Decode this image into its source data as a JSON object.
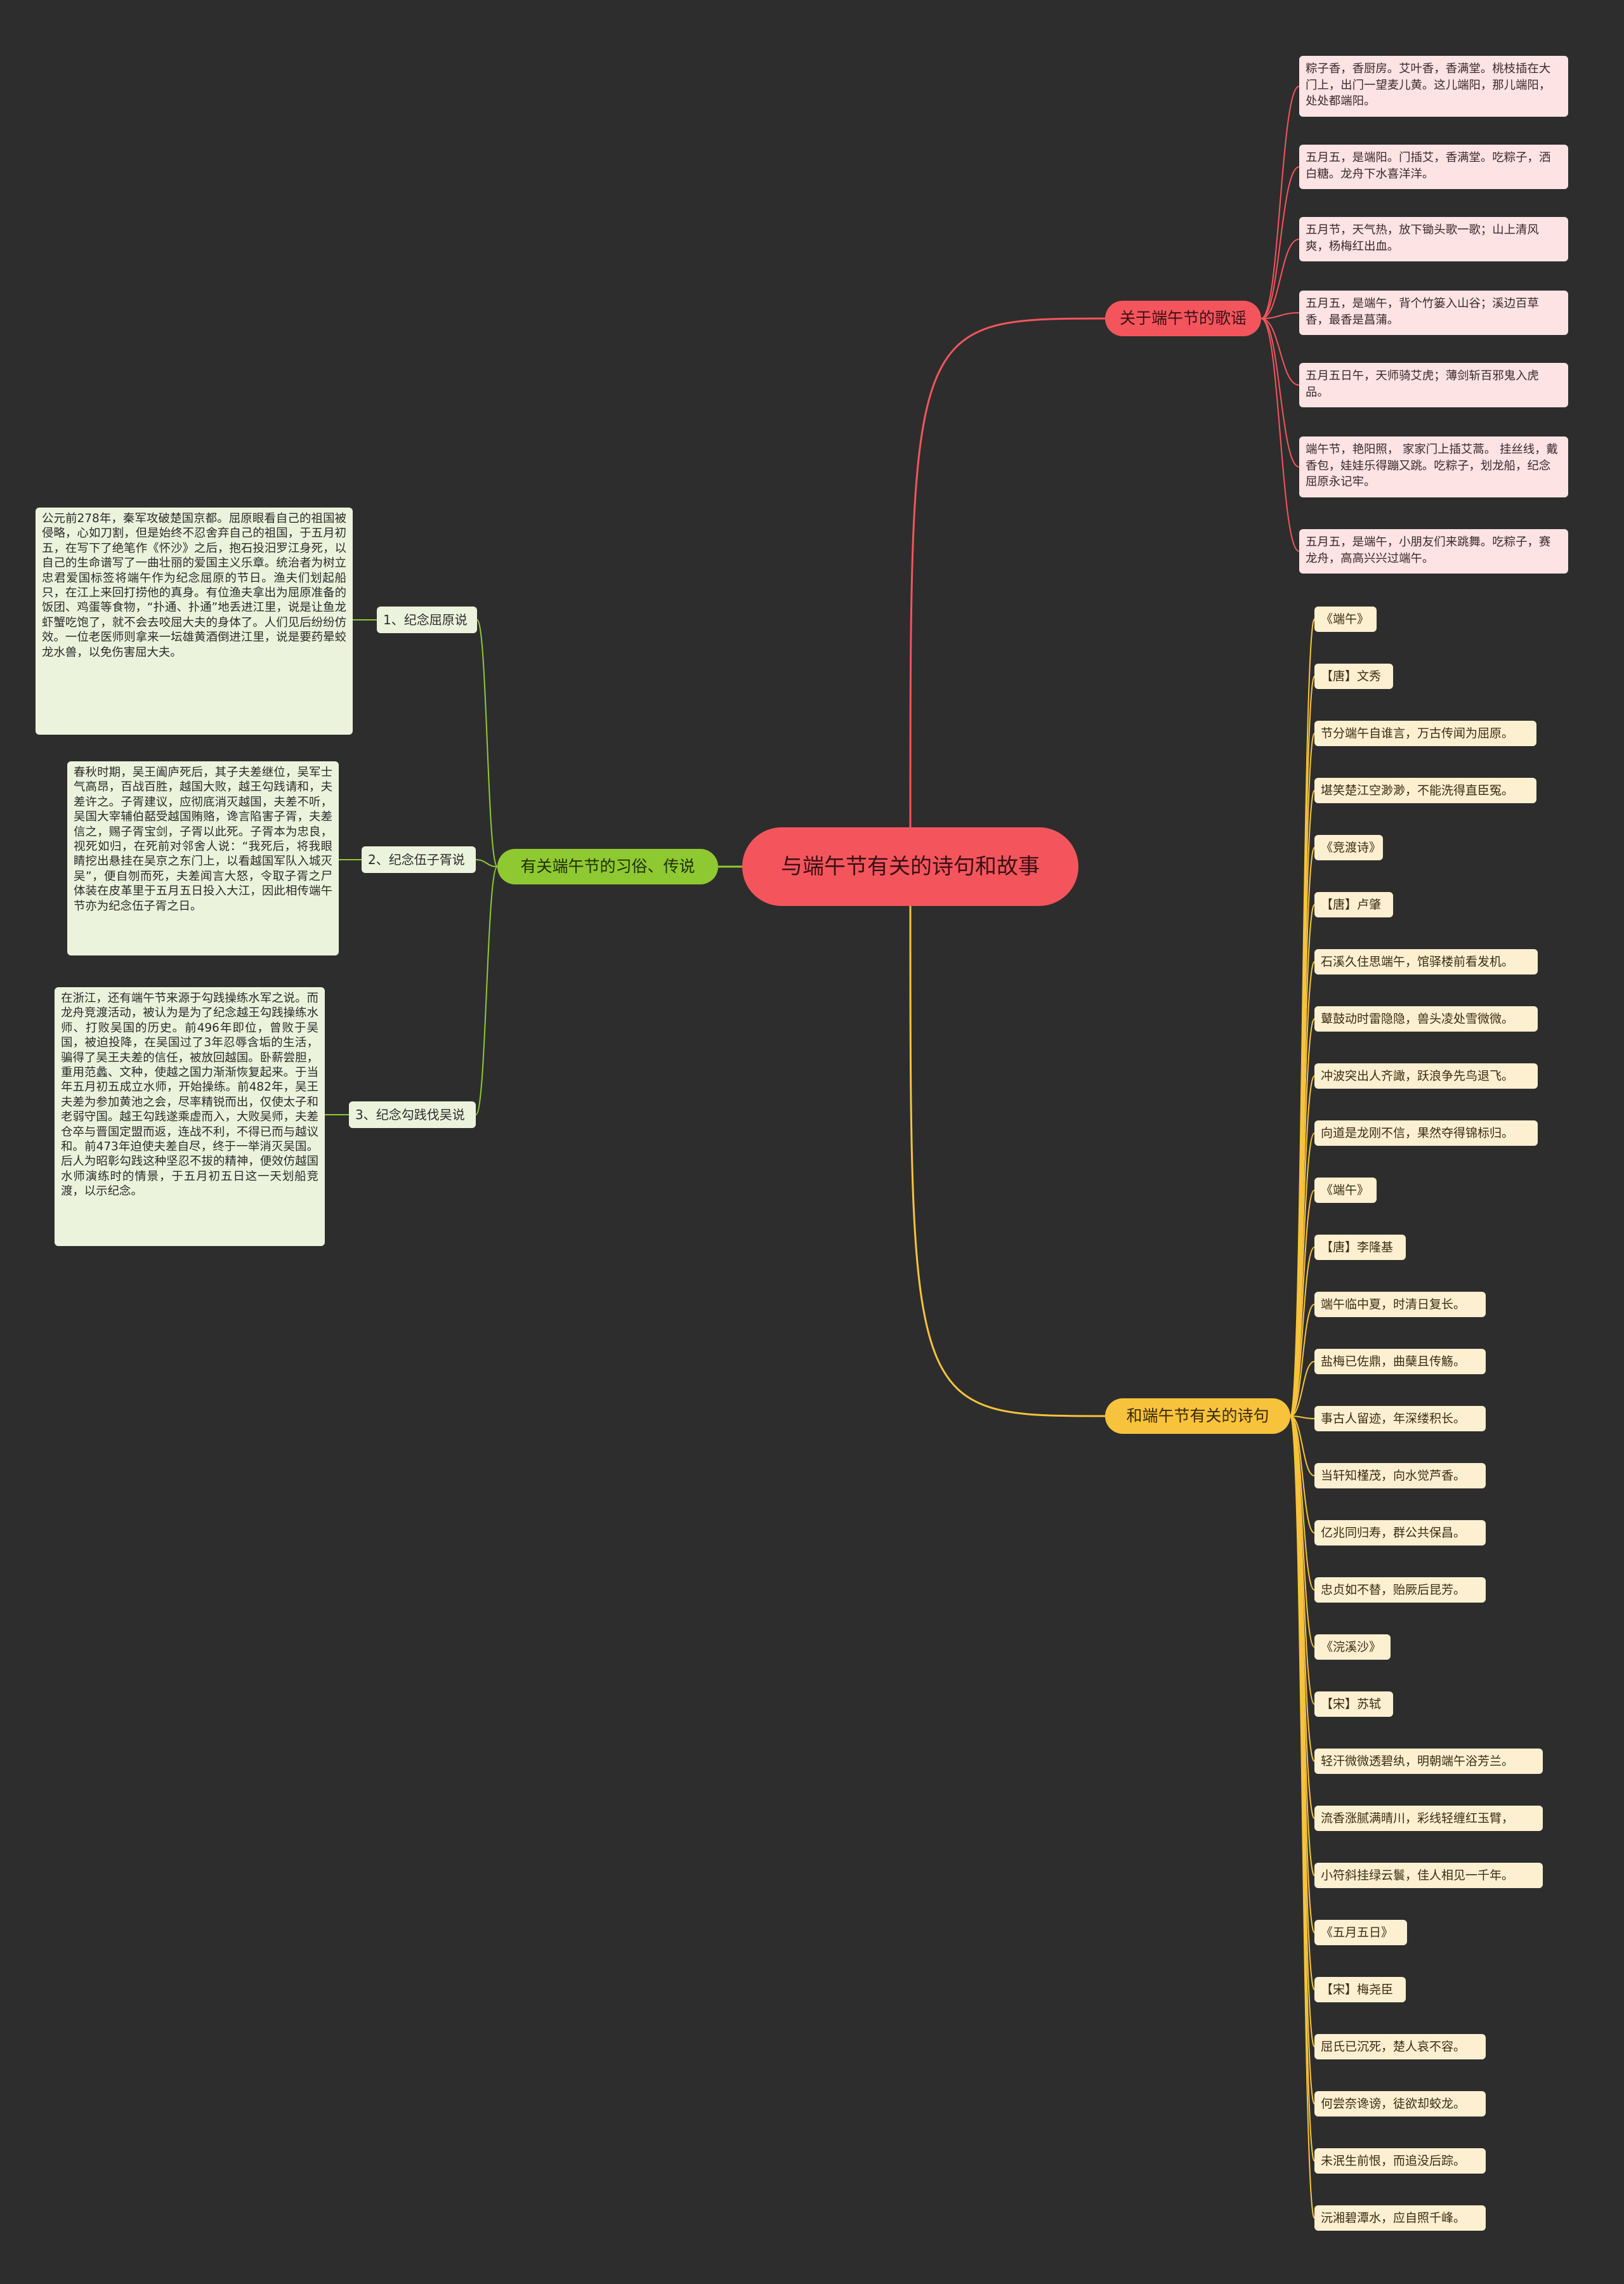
{
  "root": {
    "title": "与端午节有关的诗句和故事"
  },
  "branches": {
    "songs": {
      "label": "关于端午节的歌谣",
      "color": "#f4555c"
    },
    "customs": {
      "label": "有关端午节的习俗、传说",
      "color": "#8fc931"
    },
    "poems": {
      "label": "和端午节有关的诗句",
      "color": "#f7c33c"
    }
  },
  "songs": [
    "粽子香，香厨房。艾叶香，香满堂。桃枝插在大门上，出门一望麦儿黄。这儿端阳，那儿端阳，处处都端阳。",
    "五月五，是端阳。门插艾，香满堂。吃粽子，洒白糖。龙舟下水喜洋洋。",
    "五月节，天气热，放下锄头歌一歌；山上清风爽，杨梅红出血。",
    "五月五，是端午，背个竹篓入山谷；溪边百草香，最香是菖蒲。",
    "五月五日午，天师骑艾虎；薄剑斩百邪鬼入虎品。",
    "端午节，艳阳照， 家家门上插艾蒿。 挂丝线，戴香包，娃娃乐得蹦又跳。吃粽子，划龙船，纪念屈原永记牢。",
    "五月五，是端午，小朋友们来跳舞。吃粽子，赛龙舟，高高兴兴过端午。"
  ],
  "customs": [
    {
      "label": "1、纪念屈原说",
      "story": "公元前278年，秦军攻破楚国京都。屈原眼看自己的祖国被侵略，心如刀割，但是始终不忍舍弃自己的祖国，于五月初五，在写下了绝笔作《怀沙》之后，抱石投汨罗江身死，以自己的生命谱写了一曲壮丽的爱国主义乐章。统治者为树立忠君爱国标签将端午作为纪念屈原的节日。渔夫们划起船只，在江上来回打捞他的真身。有位渔夫拿出为屈原准备的饭团、鸡蛋等食物，“扑通、扑通”地丢进江里，说是让鱼龙虾蟹吃饱了，就不会去咬屈大夫的身体了。人们见后纷纷仿效。一位老医师则拿来一坛雄黄酒倒进江里，说是要药晕蛟龙水兽，以免伤害屈大夫。"
    },
    {
      "label": "2、纪念伍子胥说",
      "story": "春秋时期，吴王阖庐死后，其子夫差继位，吴军士气高昂，百战百胜，越国大败，越王勾践请和，夫差许之。子胥建议，应彻底消灭越国，夫差不听，吴国大宰辅伯嚭受越国贿赂，谗言陷害子胥，夫差信之，赐子胥宝剑，子胥以此死。子胥本为忠良，视死如归，在死前对邻舍人说：“我死后，将我眼睛挖出悬挂在吴京之东门上，以看越国军队入城灭吴”，便自刎而死，夫差闻言大怒，令取子胥之尸体装在皮革里于五月五日投入大江，因此相传端午节亦为纪念伍子胥之日。"
    },
    {
      "label": "3、纪念勾践伐吴说",
      "story": "在浙江，还有端午节来源于勾践操练水军之说。而龙舟竞渡活动，被认为是为了纪念越王勾践操练水师、打败吴国的历史。前496年即位，曾败于吴国，被迫投降，在吴国过了3年忍辱含垢的生活，骗得了吴王夫差的信任，被放回越国。卧薪尝胆，重用范蠡、文种，使越之国力渐渐恢复起来。于当年五月初五成立水师，开始操练。前482年，吴王夫差为参加黄池之会，尽率精锐而出，仅使太子和老弱守国。越王勾践遂乘虚而入，大败吴师，夫差仓卒与晋国定盟而返，连战不利，不得已而与越议和。前473年迫使夫差自尽，终于一举消灭吴国。后人为昭彰勾践这种坚忍不拔的精神，便效仿越国水师演练时的情景，于五月初五日这一天划船竞渡，以示纪念。"
    }
  ],
  "poems": [
    "《端午》",
    "【唐】文秀",
    "节分端午自谁言，万古传闻为屈原。",
    "堪笑楚江空渺渺，不能洗得直臣冤。",
    "《竞渡诗》",
    "【唐】卢肇",
    "石溪久住思端午，馆驿楼前看发机。",
    "鼙鼓动时雷隐隐，兽头凌处雪微微。",
    "冲波突出人齐譀，跃浪争先鸟退飞。",
    "向道是龙刚不信，果然夺得锦标归。",
    "《端午》",
    "【唐】李隆基",
    "端午临中夏，时清日复长。",
    "盐梅已佐鼎，曲蘖且传觞。",
    "事古人留迹，年深缕积长。",
    "当轩知槿茂，向水觉芦香。",
    "亿兆同归寿，群公共保昌。",
    "忠贞如不替，贻厥后昆芳。",
    "《浣溪沙》",
    "【宋】苏轼",
    "轻汗微微透碧纨，明朝端午浴芳兰。",
    "流香涨腻满晴川，彩线轻缠红玉臂，",
    "小符斜挂绿云鬟，佳人相见一千年。",
    "《五月五日》",
    "【宋】梅尧臣",
    "屈氏已沉死，楚人哀不容。",
    "何尝奈谗谤，徒欲却蛟龙。",
    "未泯生前恨，而追没后踪。",
    "沅湘碧潭水，应自照千峰。"
  ]
}
